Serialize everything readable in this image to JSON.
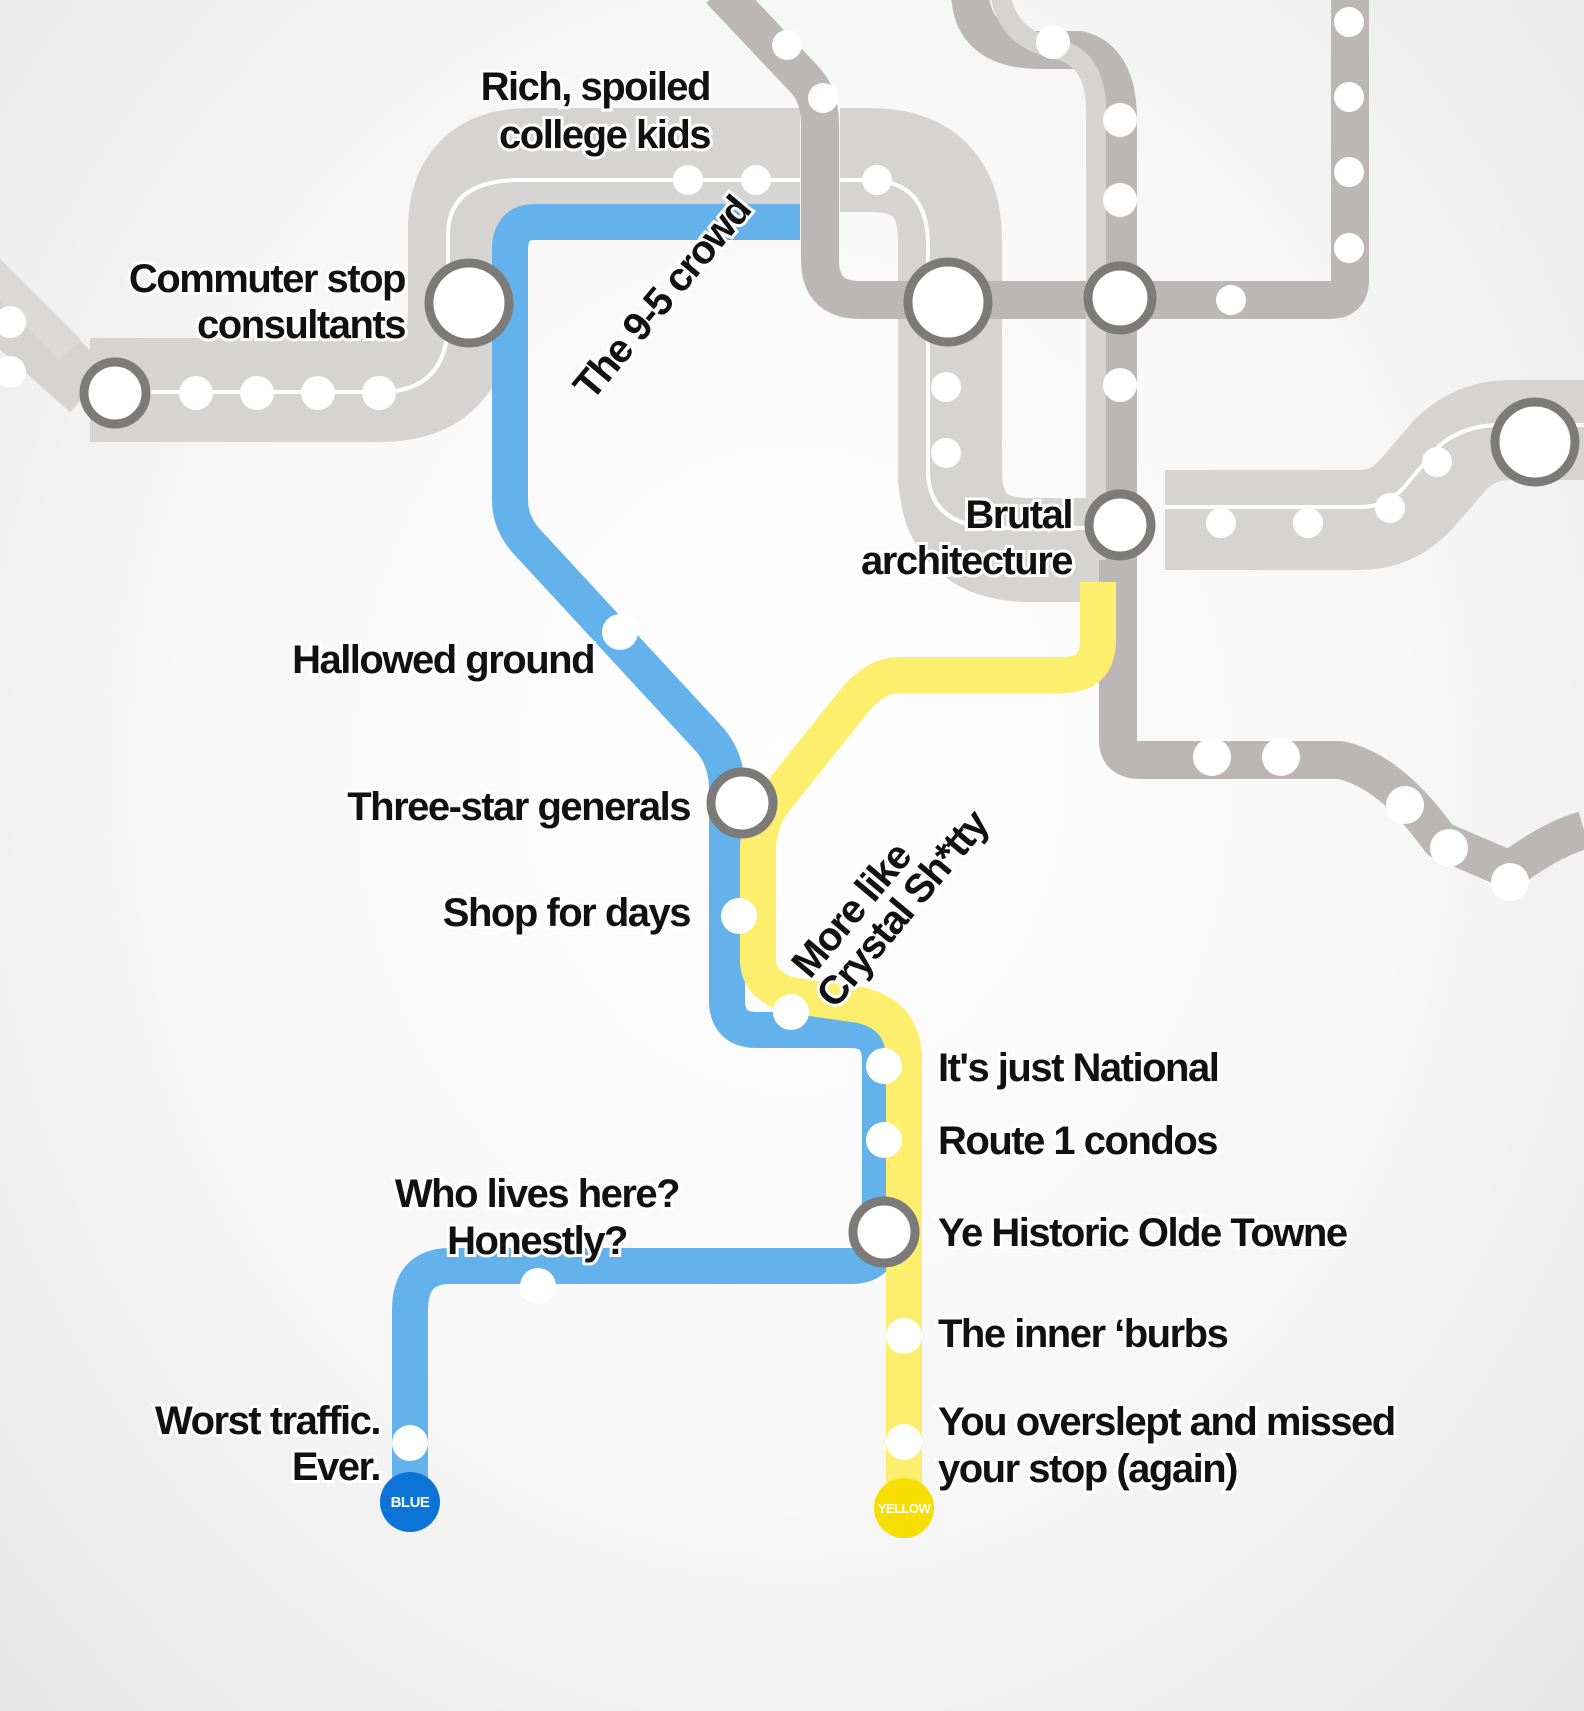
{
  "map": {
    "colors": {
      "blue_line": "#63b2ec",
      "yellow_line": "#fdee6d",
      "gray_dark": "#bbb7b7",
      "gray_light": "#d6d3d3",
      "gray_inner": "#e2dfdf",
      "transfer_ring": "#7d7a7a",
      "blue_badge": "#0b74d6",
      "yellow_badge": "#f5de00"
    },
    "lines": [
      {
        "name": "Blue",
        "badge": "BLUE",
        "color": "#63b2ec"
      },
      {
        "name": "Yellow",
        "badge": "YELLOW",
        "color": "#fdee6d"
      }
    ],
    "stations": {
      "rich_kids": {
        "line1": "Rich, spoiled",
        "line2": "college kids"
      },
      "commuter": {
        "line1": "Commuter stop",
        "line2": "consultants"
      },
      "nine_five": "The 9-5 crowd",
      "brutal": {
        "line1": "Brutal",
        "line2": "architecture"
      },
      "hallowed": "Hallowed ground",
      "three_star": "Three-star generals",
      "shop": "Shop for days",
      "crystal": {
        "line1": "More like",
        "line2": "Crystal Sh*tty"
      },
      "national": "It's just National",
      "route1": "Route 1 condos",
      "who_lives": {
        "line1": "Who lives here?",
        "line2": "Honestly?"
      },
      "olde_towne": "Ye Historic Olde Towne",
      "inner_burbs": "The inner ‘burbs",
      "worst_traffic": {
        "line1": "Worst traffic.",
        "line2": "Ever."
      },
      "overslept": {
        "line1": "You overslept and missed",
        "line2": "your stop (again)"
      }
    }
  }
}
